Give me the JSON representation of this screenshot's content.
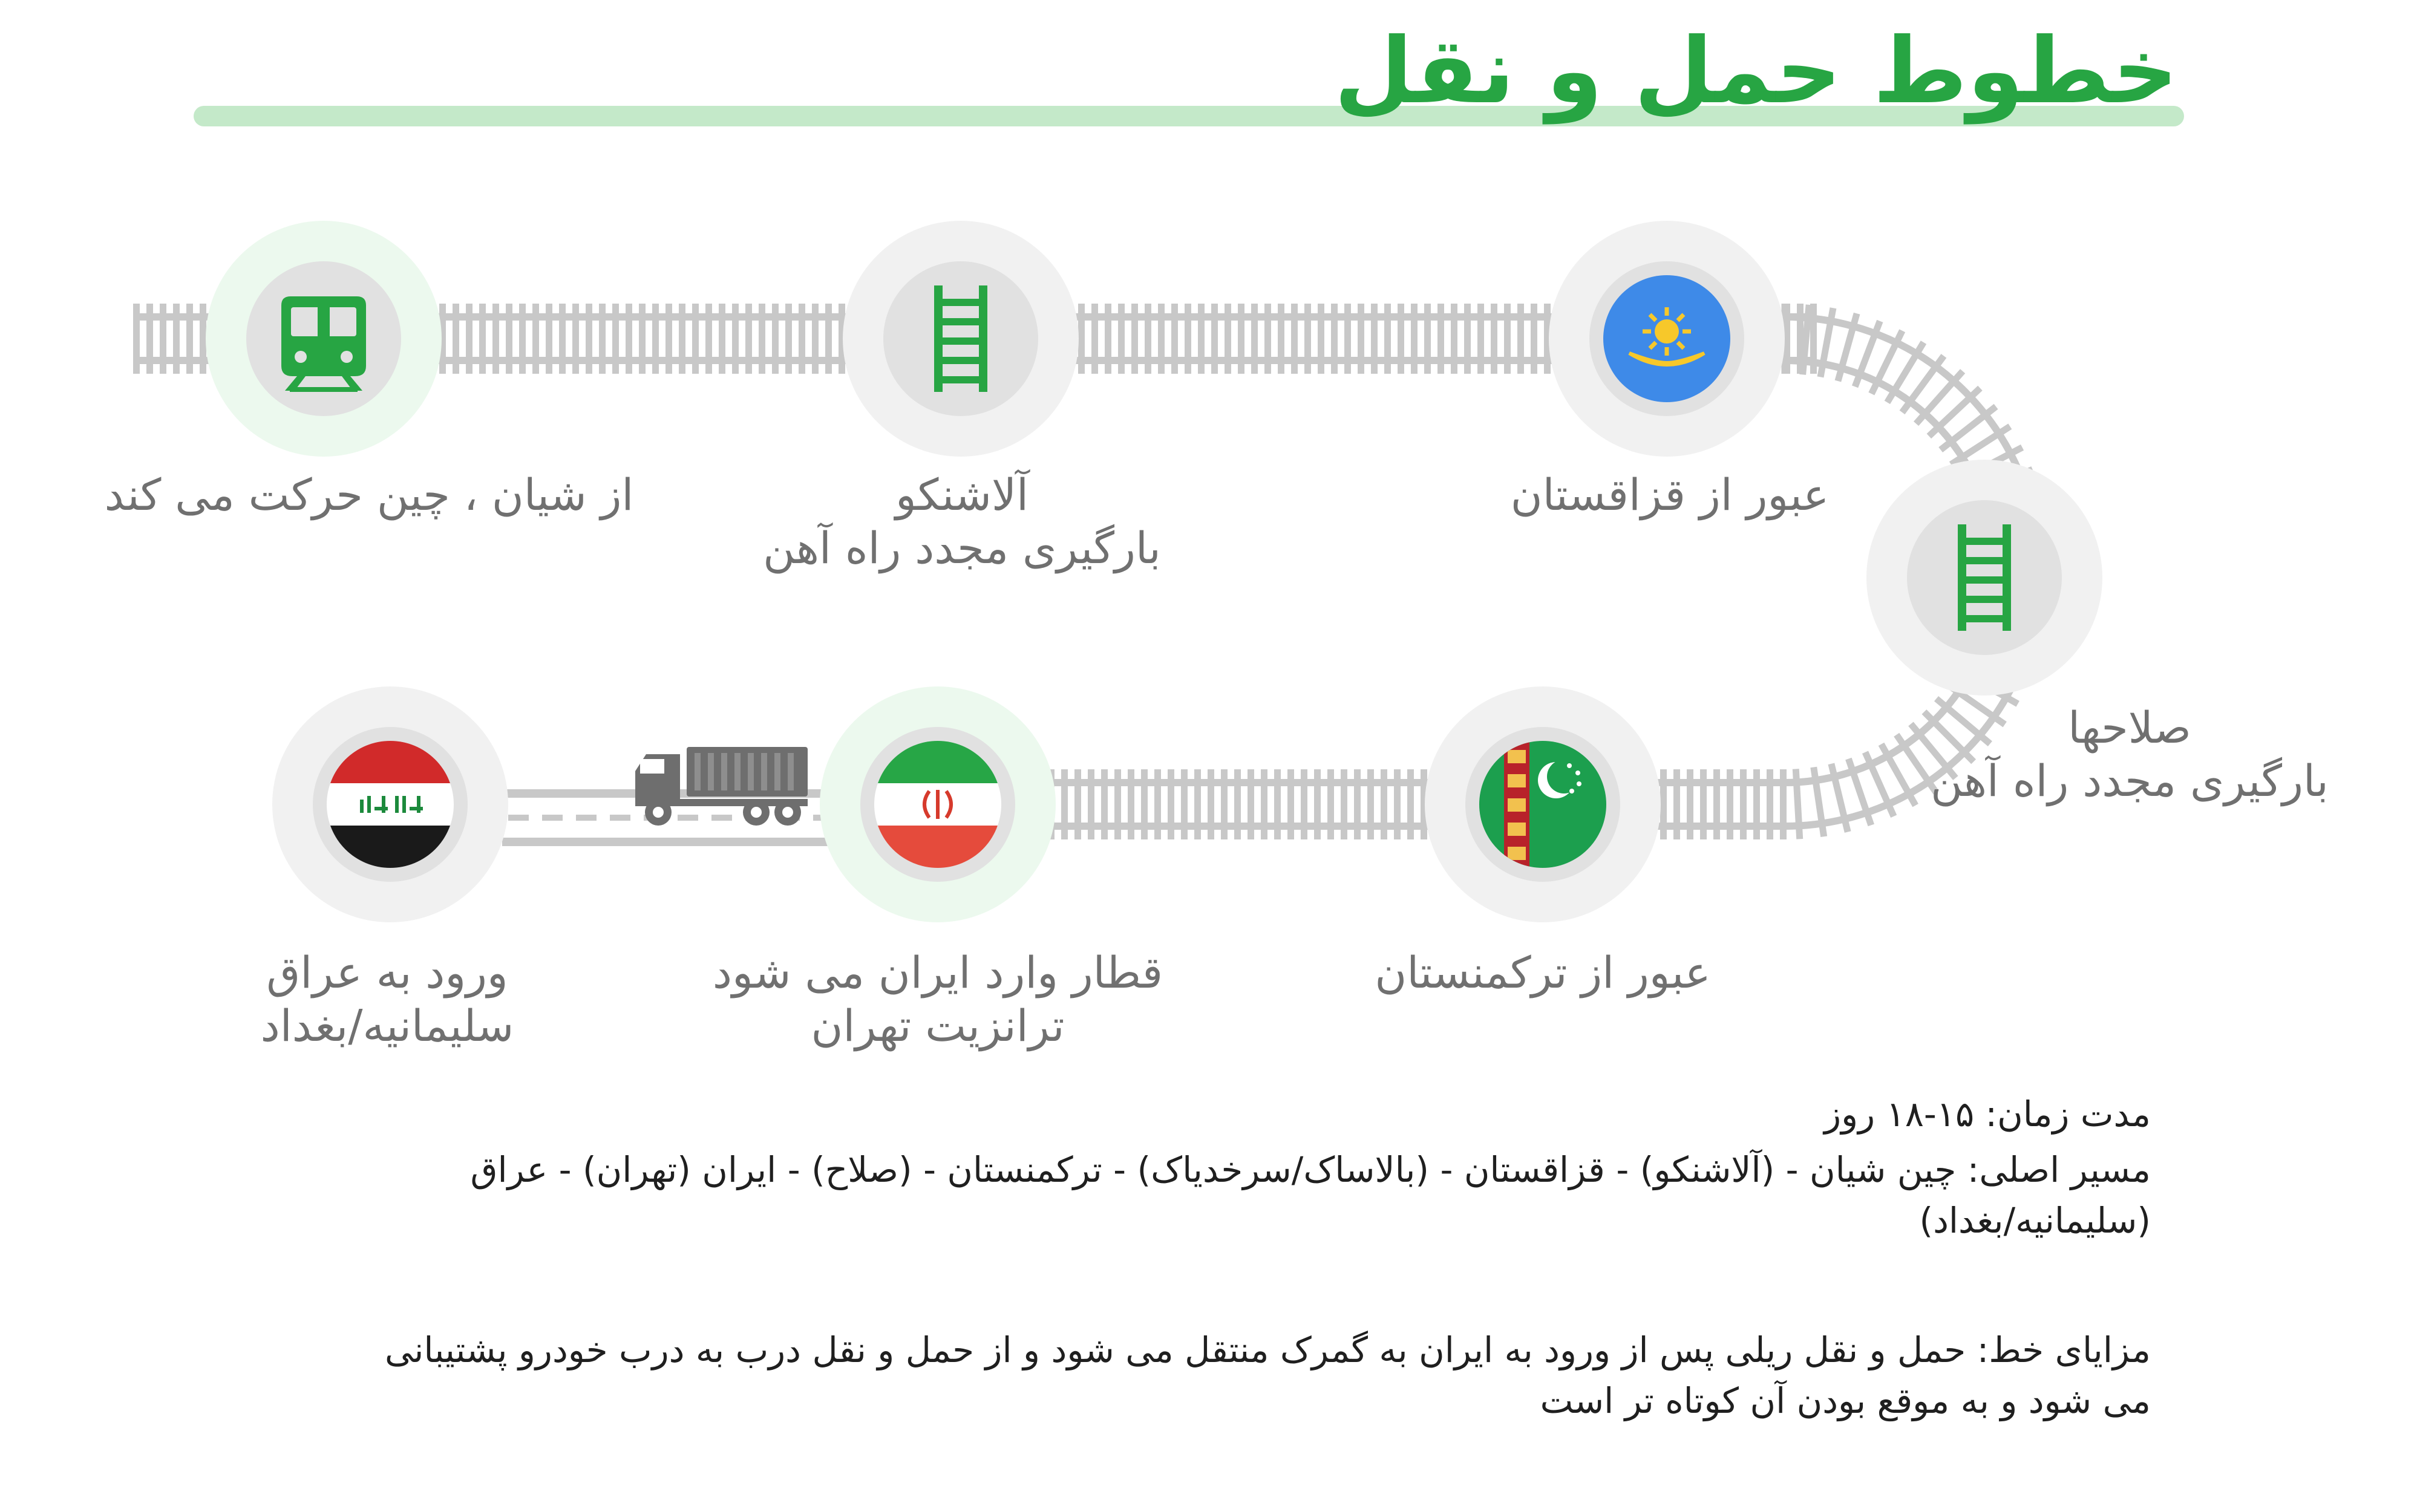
{
  "title": "خطوط حمل و نقل",
  "colors": {
    "accent": "#27a543",
    "underline": "#c4e9c9",
    "rail": "#c8c8c8",
    "node_halo": "#f1f1f1",
    "node_halo_active": "#ecf9ee",
    "node_inner": "#e1e1e1"
  },
  "stops": [
    {
      "id": "xian",
      "icon": "train-icon",
      "active": true,
      "lines": [
        "از شیان ، چین حرکت می کند"
      ]
    },
    {
      "id": "alashankou",
      "icon": "rail-track-icon",
      "active": false,
      "lines": [
        "آلاشنکو",
        "بارگیری مجدد راه آهن"
      ]
    },
    {
      "id": "kazakhstan",
      "icon": "kazakhstan-flag-icon",
      "active": false,
      "lines": [
        "عبور از قزاقستان"
      ]
    },
    {
      "id": "salehaha",
      "icon": "rail-track-icon",
      "active": false,
      "lines": [
        "صلاحها",
        "بارگیری مجدد راه آهن"
      ]
    },
    {
      "id": "turkmenistan",
      "icon": "turkmenistan-flag-icon",
      "active": false,
      "lines": [
        "عبور از ترکمنستان"
      ]
    },
    {
      "id": "iran",
      "icon": "iran-flag-icon",
      "active": true,
      "lines": [
        "قطار وارد ایران می شود",
        "ترانزیت تهران"
      ]
    },
    {
      "id": "iraq",
      "icon": "iraq-flag-icon",
      "active": false,
      "lines": [
        "ورود به عراق",
        "سلیمانیه/بغداد"
      ]
    }
  ],
  "truck_icon": "truck-icon",
  "info": {
    "duration": "مدت زمان: ۱۵-۱۸ روز",
    "route": "مسیر اصلی: چین شیان - (آلاشنکو) - قزاقستان - (بالاساک/سرخدیاک) - ترکمنستان - (صلاح) - ایران (تهران) - عراق (سلیمانیه/بغداد)",
    "advantages": "مزایای خط: حمل و نقل ریلی پس از ورود به ایران به گمرک منتقل می شود و از حمل و نقل درب به درب خودرو پشتیبانی می شود و به موقع بودن آن کوتاه تر است"
  }
}
